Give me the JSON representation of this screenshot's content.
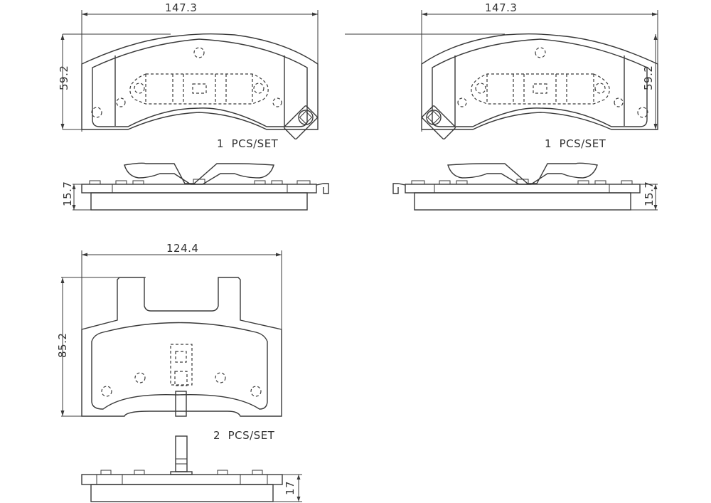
{
  "drawing": {
    "type": "brake-pad-technical-drawing",
    "views": [
      {
        "id": "pad-a-front",
        "width_label": "147.3",
        "height_label": "59.2",
        "qty_label": "1  PCS/SET"
      },
      {
        "id": "pad-a-side",
        "thickness_label": "15.7"
      },
      {
        "id": "pad-b-front",
        "width_label": "147.3",
        "height_label": "59.2",
        "qty_label": "1  PCS/SET"
      },
      {
        "id": "pad-b-side",
        "thickness_label": "15.7"
      },
      {
        "id": "pad-c-front",
        "width_label": "124.4",
        "height_label": "85.2",
        "qty_label": "2  PCS/SET"
      },
      {
        "id": "pad-c-side",
        "thickness_label": "17"
      }
    ],
    "line_color": "#3a3a3a",
    "background": "#ffffff"
  }
}
